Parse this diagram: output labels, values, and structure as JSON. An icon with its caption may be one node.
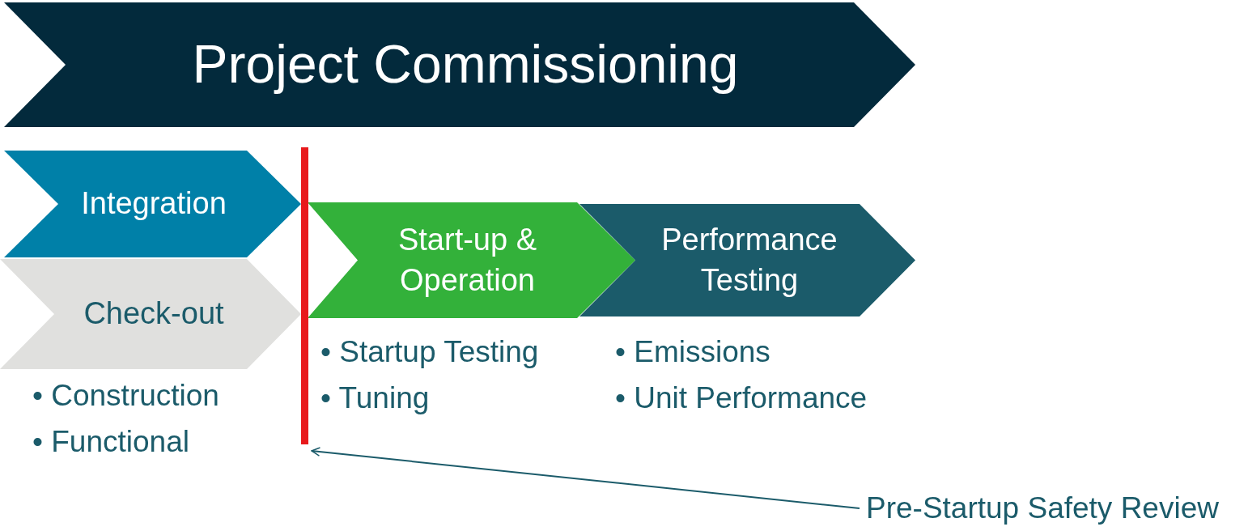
{
  "diagram": {
    "nodes": [
      {
        "text": [
          "Project Commissioning"
        ]
      },
      {
        "text": [
          "Integration"
        ]
      },
      {
        "text": [
          "Check-out"
        ],
        "beside": [
          "• Construction",
          "• Functional"
        ]
      },
      {
        "text": [
          "Start-up & Operation"
        ],
        "beside": [
          "• Startup Testing",
          "• Tuning"
        ]
      },
      {
        "text": [
          "Performance Testing"
        ],
        "beside": [
          "• Emissions",
          "• Unit Performance"
        ]
      },
      {
        "text": [],
        "shape": "bar"
      },
      {
        "text": [
          "Pre-Startup Safety Review"
        ]
      }
    ],
    "edges": [
      {
        "from": 6,
        "to": 5,
        "arrow": "to"
      }
    ]
  }
}
